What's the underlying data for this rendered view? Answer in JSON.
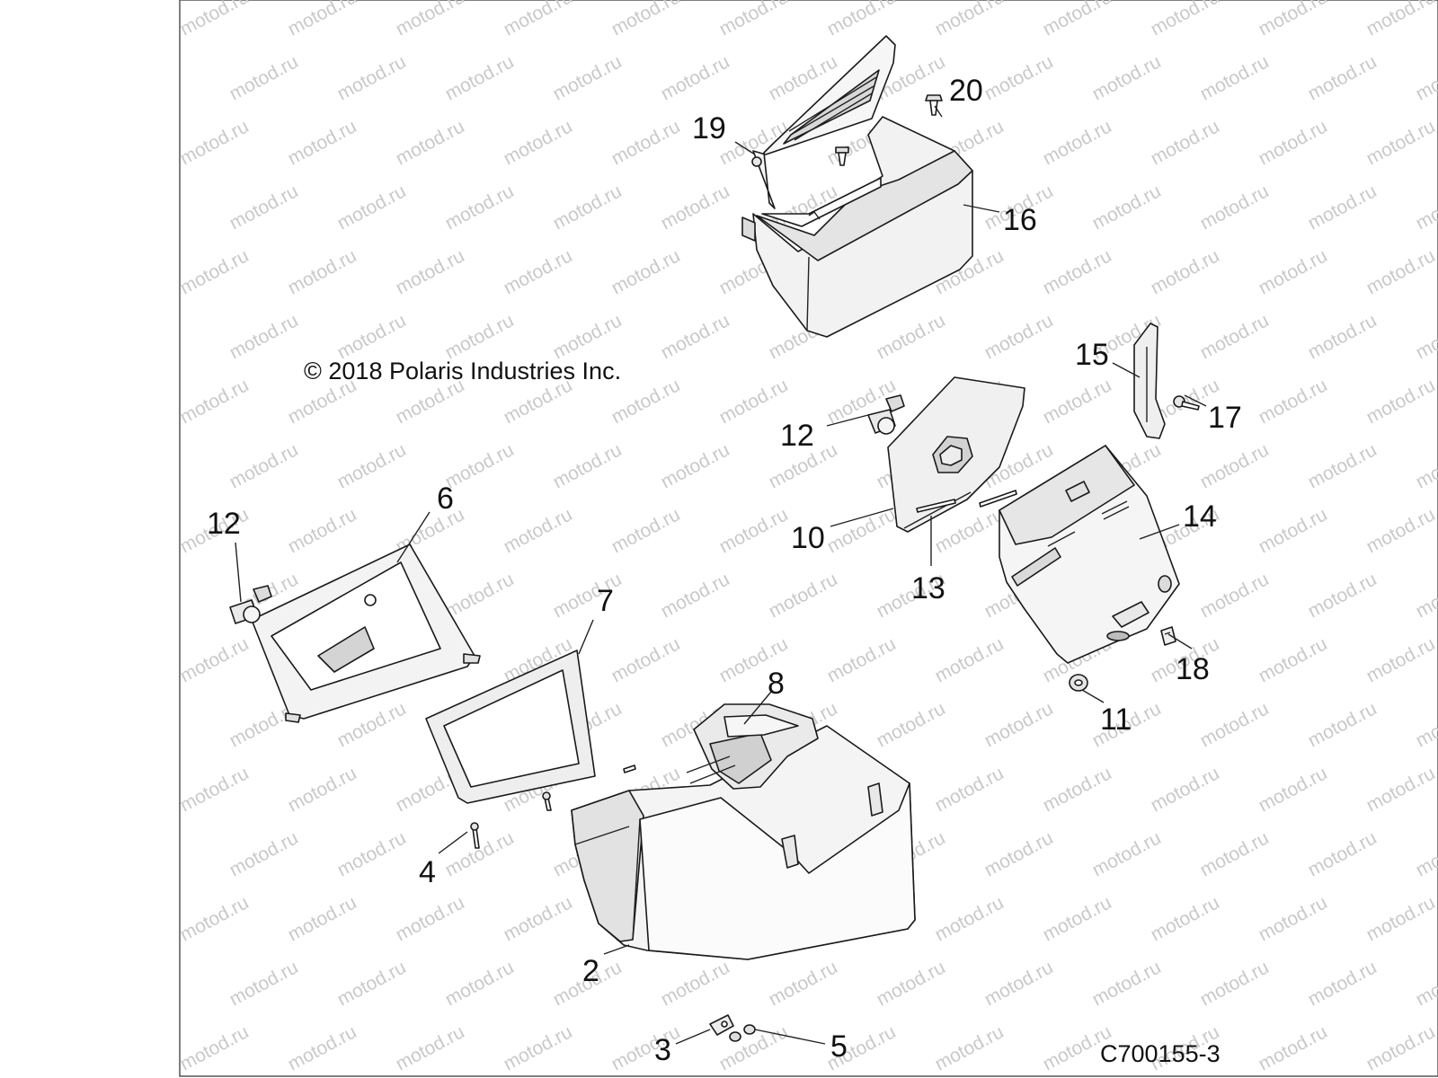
{
  "diagram": {
    "copyright": "© 2018 Polaris Industries Inc.",
    "figure_code": "C700155-3",
    "watermark": "motod.ru",
    "callouts": [
      "2",
      "3",
      "4",
      "5",
      "6",
      "7",
      "8",
      "10",
      "11",
      "12",
      "12",
      "13",
      "14",
      "15",
      "16",
      "17",
      "18",
      "19",
      "20"
    ]
  }
}
